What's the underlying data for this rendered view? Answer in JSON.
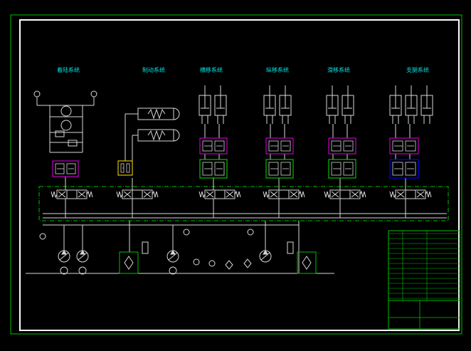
{
  "sheet": {
    "systems": [
      {
        "id": "sys-1",
        "label": "着陆系统"
      },
      {
        "id": "sys-2",
        "label": "制动系统"
      },
      {
        "id": "sys-3",
        "label": "横移系统"
      },
      {
        "id": "sys-4",
        "label": "纵移系统"
      },
      {
        "id": "sys-5",
        "label": "滑移系统"
      },
      {
        "id": "sys-6",
        "label": "支腿系统"
      }
    ]
  },
  "colors": {
    "frame_outer": "#00c000",
    "frame_inner": "#ffffff",
    "pipe": "#d8d8d8",
    "system_label": "#00e5e5",
    "control_box": "#00c000",
    "pilot_dashed": "#00c000",
    "valve_block_magenta": "#c000c0",
    "valve_block_yellow": "#d8c000",
    "valve_block_green": "#00c000",
    "valve_block_blue": "#0000ff",
    "title_block": "#00c000"
  }
}
